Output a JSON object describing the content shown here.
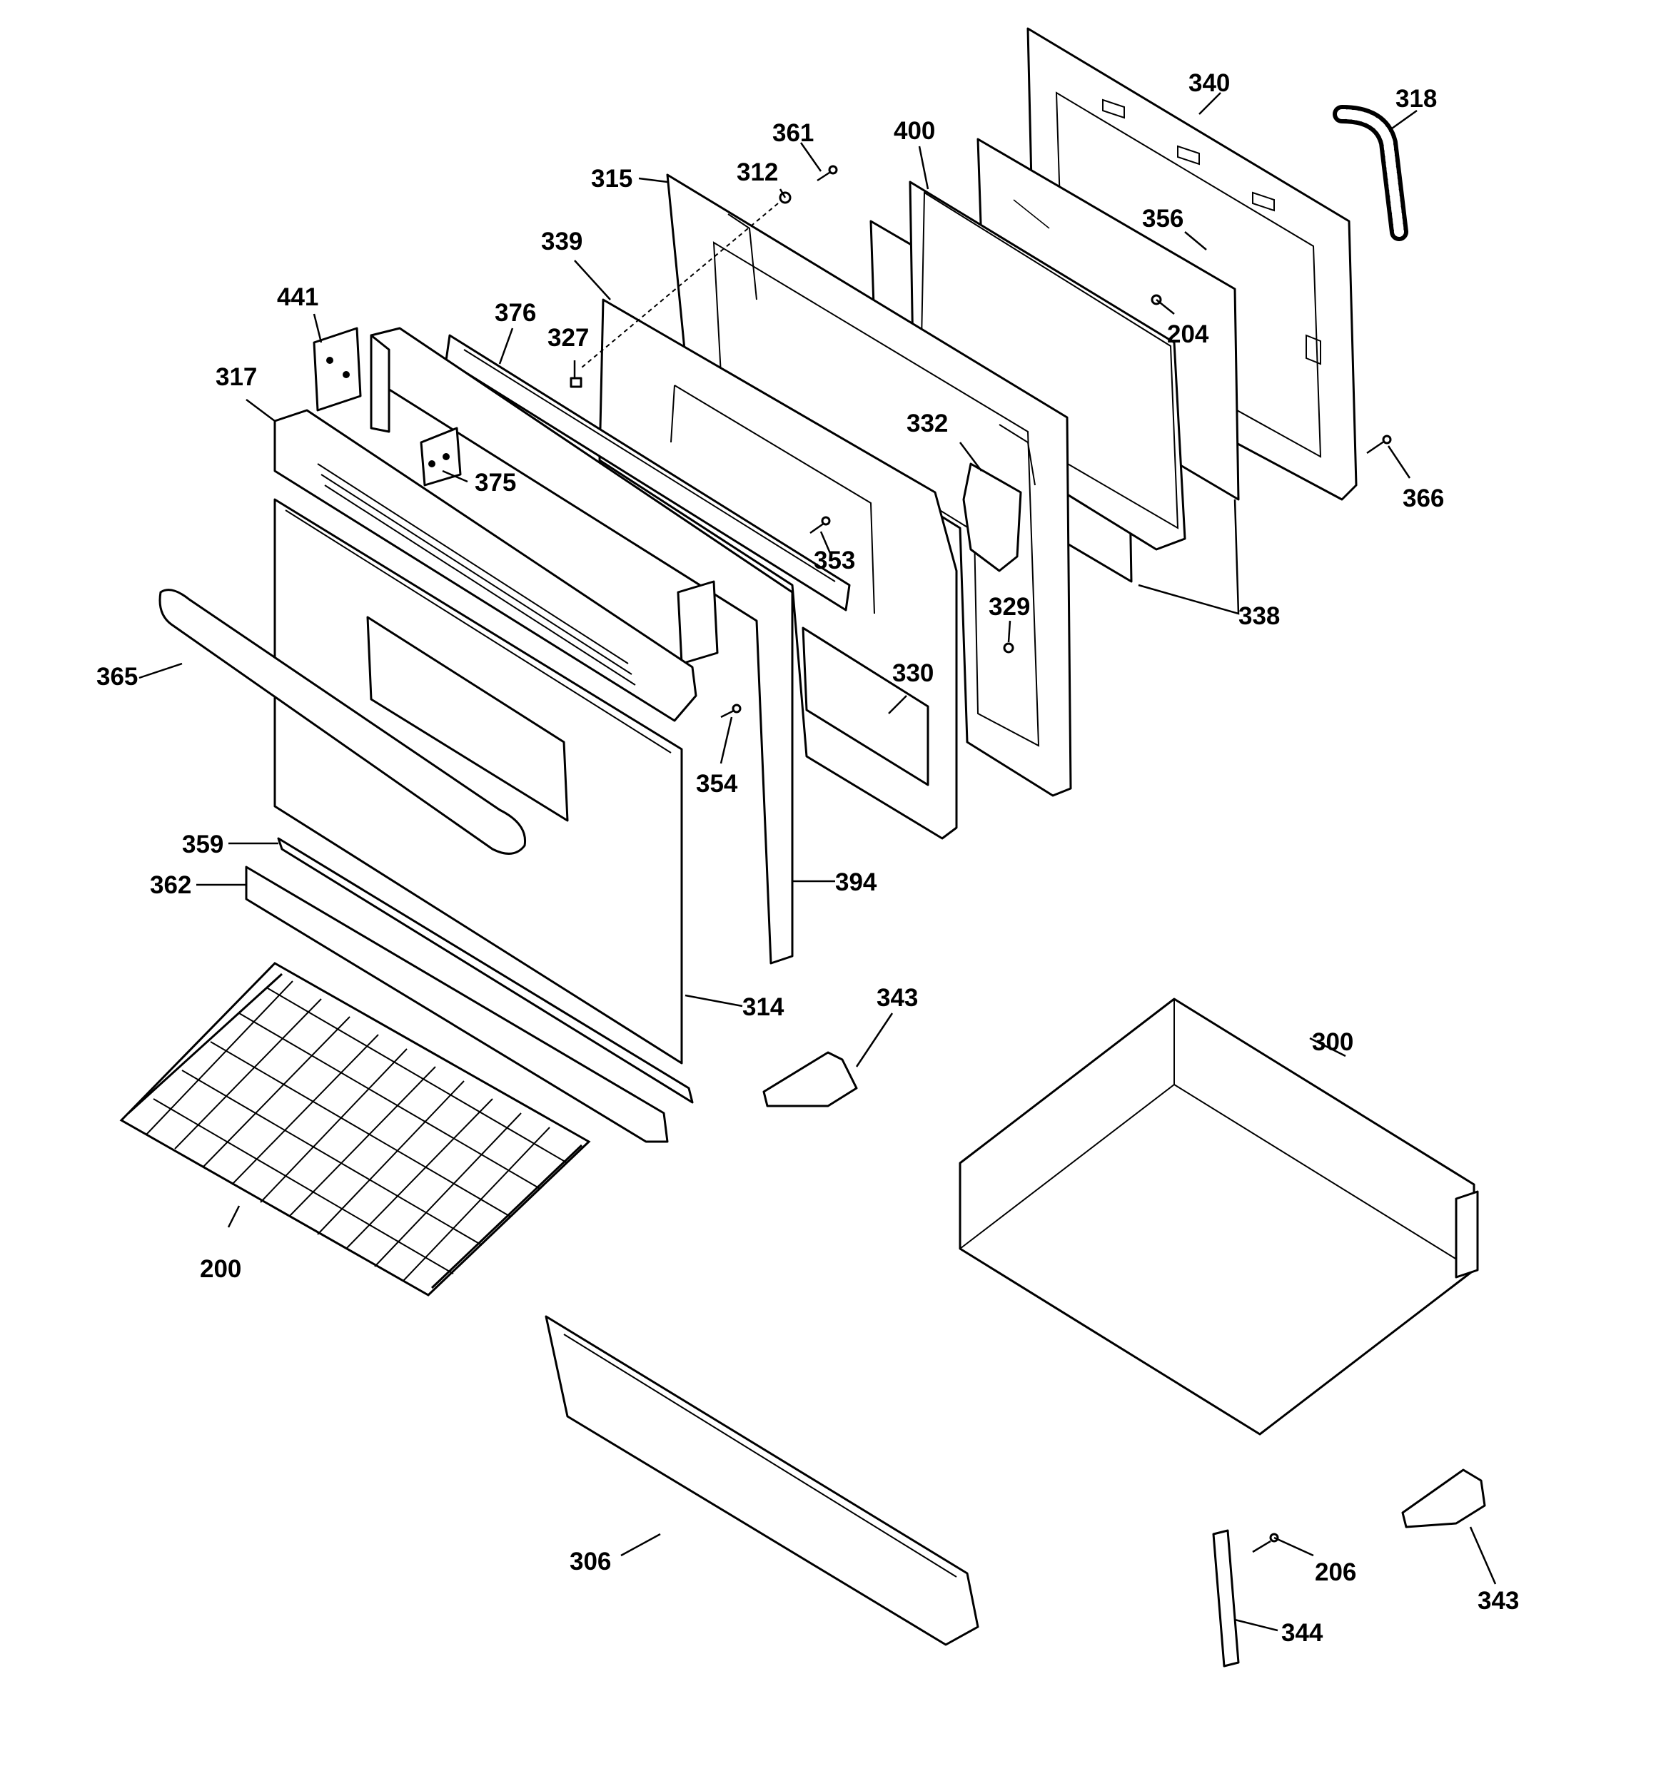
{
  "callouts": {
    "c340": "340",
    "c318": "318",
    "c361": "361",
    "c400": "400",
    "c312": "312",
    "c315": "315",
    "c356": "356",
    "c339": "339",
    "c204": "204",
    "c441": "441",
    "c376": "376",
    "c327": "327",
    "c317": "317",
    "c332": "332",
    "c375": "375",
    "c366": "366",
    "c353": "353",
    "c338": "338",
    "c329": "329",
    "c365": "365",
    "c330": "330",
    "c354": "354",
    "c359": "359",
    "c362": "362",
    "c394": "394",
    "c343a": "343",
    "c314": "314",
    "c300": "300",
    "c200": "200",
    "c306": "306",
    "c206": "206",
    "c343b": "343",
    "c344": "344"
  }
}
